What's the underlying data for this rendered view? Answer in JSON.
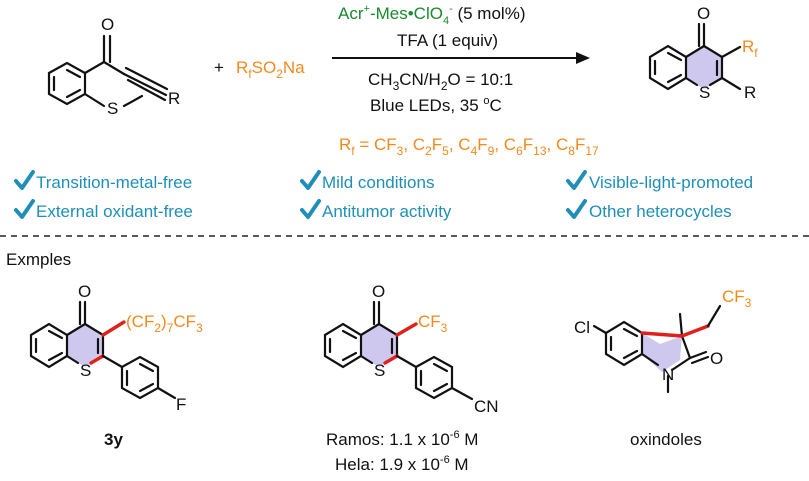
{
  "colors": {
    "orange": "#f28a1e",
    "green": "#1a8a2e",
    "teal": "#1f8fb8",
    "red": "#e0211b",
    "ring_fill": "#cfc8ee"
  },
  "reaction": {
    "plus": "+",
    "reagent_pre": "R",
    "reagent_sub": "f",
    "reagent_mid": "SO",
    "reagent_sub2": "2",
    "reagent_post": "Na",
    "catalyst_a": "Acr",
    "catalyst_sup": "+",
    "catalyst_b": "-Mes•ClO",
    "catalyst_sub": "4",
    "catalyst_sup2": "-",
    "catalyst_c": " (5 mol%)",
    "acid": "TFA (1 equiv)",
    "solvent_a": "CH",
    "solvent_sub": "3",
    "solvent_b": "CN/H",
    "solvent_sub2": "2",
    "solvent_c": "O = 10:1",
    "light_a": "Blue LEDs, 35 ",
    "light_sup": "o",
    "light_b": "C",
    "substrate_atoms": {
      "O": "O",
      "S": "S",
      "R": "R"
    },
    "product_atoms": {
      "O": "O",
      "S": "S",
      "R": "R",
      "Rf": "R",
      "Rf_sub": "f"
    }
  },
  "rf_line": {
    "a": "R",
    "a_sub": "f",
    "b": " = CF",
    "b_sub": "3",
    "c": ", C",
    "c_sub": "2",
    "d": "F",
    "d_sub": "5",
    "e": ", C",
    "e_sub": "4",
    "f": "F",
    "f_sub": "9",
    "g": ", C",
    "g_sub": "6",
    "h": "F",
    "h_sub": "13",
    "i": ", C",
    "i_sub": "8",
    "j": "F",
    "j_sub": "17"
  },
  "features": [
    "Transition-metal-free",
    "Mild conditions",
    "Visible-light-promoted",
    "External oxidant-free",
    "Antitumor activity",
    "Other heterocycles"
  ],
  "examples_label": "Exmples",
  "example1": {
    "O": "O",
    "S": "S",
    "F": "F",
    "chain_a": "(CF",
    "chain_sub": "2",
    "chain_b": ")",
    "chain_sub2": "7",
    "chain_c": "CF",
    "chain_sub3": "3",
    "label": "3y"
  },
  "example2": {
    "O": "O",
    "S": "S",
    "CF": "CF",
    "CF_sub": "3",
    "CN": "CN",
    "ramos_a": "Ramos: 1.1 x 10",
    "ramos_sup": "-6",
    "ramos_b": " M",
    "hela_a": "Hela: 1.9 x 10",
    "hela_sup": "-6",
    "hela_b": " M"
  },
  "example3": {
    "Cl": "Cl",
    "O": "O",
    "N": "N",
    "CF": "CF",
    "CF_sub": "3",
    "label": "oxindoles"
  }
}
